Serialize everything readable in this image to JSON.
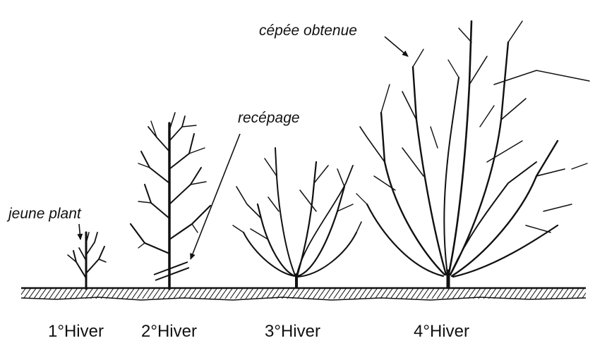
{
  "annotations": {
    "young_plant": "jeune plant",
    "coppicing": "recépage",
    "result": "cépée obtenue"
  },
  "stages": [
    {
      "label": "1°Hiver"
    },
    {
      "label": "2°Hiver"
    },
    {
      "label": "3°Hiver"
    },
    {
      "label": "4°Hiver"
    }
  ],
  "colors": {
    "ink": "#111111",
    "background": "#ffffff"
  }
}
